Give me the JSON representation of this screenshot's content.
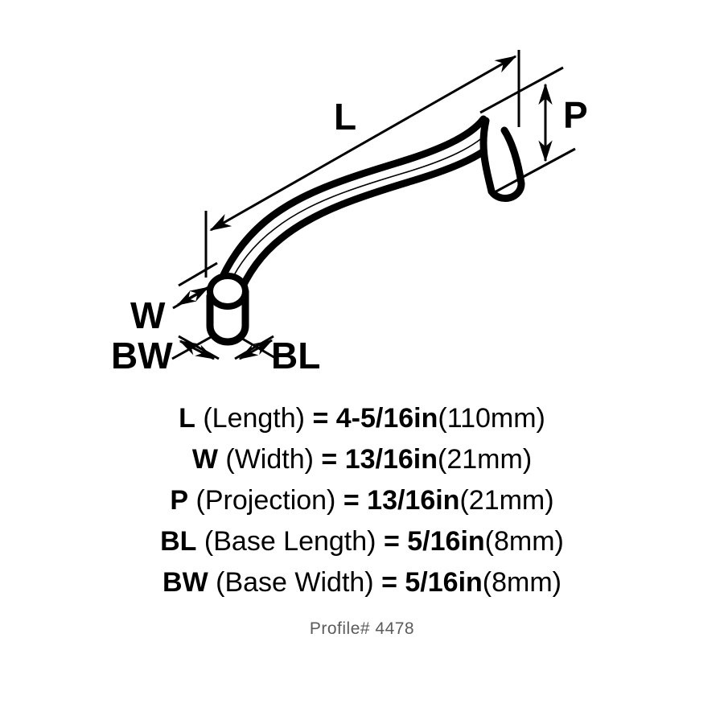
{
  "diagram": {
    "title": "cabinet-pull-handle-dimension-diagram",
    "line_color": "#000000",
    "background_color": "#ffffff",
    "dimension_labels": [
      {
        "id": "L",
        "text": "L",
        "meaning": "Length"
      },
      {
        "id": "P",
        "text": "P",
        "meaning": "Projection"
      },
      {
        "id": "W",
        "text": "W",
        "meaning": "Width"
      },
      {
        "id": "BW",
        "text": "BW",
        "meaning": "Base Width"
      },
      {
        "id": "BL",
        "text": "BL",
        "meaning": "Base Length"
      }
    ]
  },
  "specs": {
    "equals": "=",
    "rows": [
      {
        "code": "L",
        "name": "(Length)",
        "value": "4-5/16in",
        "metric": "(110mm)"
      },
      {
        "code": "W",
        "name": "(Width)",
        "value": "13/16in",
        "metric": "(21mm)"
      },
      {
        "code": "P",
        "name": "(Projection)",
        "value": "13/16in",
        "metric": "(21mm)"
      },
      {
        "code": "BL",
        "name": "(Base Length)",
        "value": "5/16in",
        "metric": "(8mm)"
      },
      {
        "code": "BW",
        "name": "(Base Width)",
        "value": "5/16in",
        "metric": "(8mm)"
      }
    ]
  },
  "footer": {
    "profile": "Profile# 4478"
  }
}
